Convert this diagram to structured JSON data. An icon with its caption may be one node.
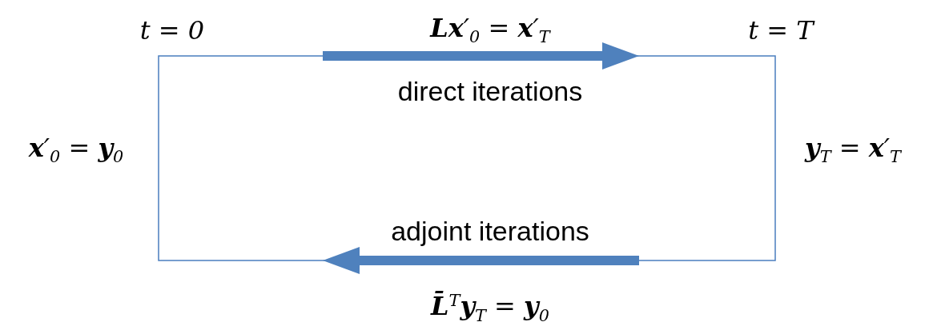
{
  "diagram": {
    "labels": [
      "t = 0",
      "**Lx**′$_{0}$ = **x**′$_{T}$",
      "t = T",
      "direct iterations",
      "**x**′$_{0}$ = **y**$_{0}$",
      "**y**$_{T}$ = **x**′$_{T}$",
      "adjoint iterations",
      "**L̄**$^{T}$**y**$_{T}$ = **y**$_{0}$"
    ]
  }
}
